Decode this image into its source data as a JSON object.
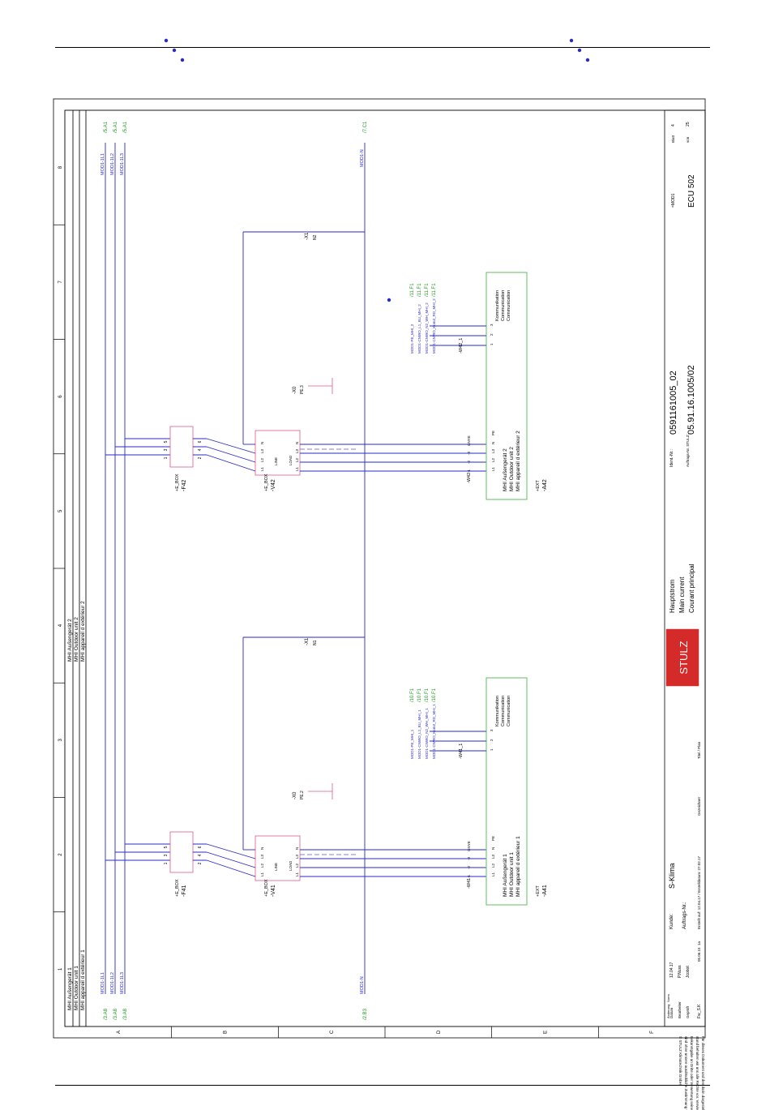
{
  "colors": {
    "wire": "#2a2ac8",
    "dashed": "#5a5ad8",
    "breaker": "#e05a8c",
    "green": "#1a9a1a",
    "frame": "#000000",
    "box": "#4fb84f",
    "logo": "#d42a2a"
  },
  "columns": [
    "1",
    "2",
    "3",
    "4",
    "5",
    "6",
    "7",
    "8"
  ],
  "rows": [
    "A",
    "B",
    "C",
    "D",
    "E",
    "F"
  ],
  "supply": {
    "l1": "MOD1-1L1",
    "l2": "MOD1-1L2",
    "l3": "MOD1-1L3",
    "n": "MOD1-N",
    "in_ref": "/3.A8",
    "out_ref": "/5.A1",
    "n_in_ref": "/2.B3",
    "n_out_ref": "/7.C1"
  },
  "unit1": {
    "group_labels": [
      "MHI Außengerät 1",
      "MHI Outdoor unit 1",
      "MHI appareil d extérieur 1"
    ],
    "breaker_loc": "+E_BOX",
    "breaker_tag": "-F41",
    "breaker_top": [
      "1",
      "3",
      "5"
    ],
    "breaker_bottom": [
      "2",
      "4",
      "6"
    ],
    "filter_loc": "+E_BOX",
    "filter_tag": "-V41",
    "filter_line": "LINE",
    "filter_load": "LOAD",
    "terminals_left": [
      "L1",
      "L2",
      "L3",
      "N"
    ],
    "terminals_right": [
      "L1",
      "L2",
      "L3",
      "N"
    ],
    "pe": "PE",
    "x0": "-X0",
    "x0_pe": "PE.2",
    "x1": "-X1",
    "x1_n": "N1",
    "cable": "-W41",
    "comm_cable": "-W41_1",
    "unit_loc": "+EXT",
    "unit_tag": "-A41",
    "unit_terms": [
      "L1",
      "L2",
      "L3",
      "N",
      "PE"
    ],
    "comm_terms": [
      "1",
      "2",
      "3"
    ],
    "comm_labels": [
      "Kommunikation",
      "Communication",
      "Communication"
    ],
    "comm_nets": [
      "MOD1-PE_MHI_1",
      "MOD1-CNWO_L1_BU_MHI_1",
      "MOD1-CNWO_N2_WH_MHI_1",
      "MOD1-CNWO_Kom3_RD_MHI_1"
    ],
    "comm_ref": "/10.F1",
    "wire_marks": [
      "-1",
      "-2",
      "-3",
      "GNYE"
    ]
  },
  "unit2": {
    "group_labels": [
      "MHI Außengerät 2",
      "MHI Outdoor unit 2",
      "MHI appareil d extérieur 2"
    ],
    "breaker_loc": "+E_BOX",
    "breaker_tag": "-F42",
    "breaker_top": [
      "1",
      "3",
      "5"
    ],
    "breaker_bottom": [
      "2",
      "4",
      "6"
    ],
    "filter_loc": "+E_BOX",
    "filter_tag": "-V42",
    "filter_line": "LINE",
    "filter_load": "LOAD",
    "terminals_left": [
      "L1",
      "L2",
      "L3",
      "N"
    ],
    "terminals_right": [
      "L1",
      "L2",
      "L3",
      "N"
    ],
    "pe": "PE",
    "x0": "-X0",
    "x0_pe": "PE.3",
    "x1": "-X1",
    "x1_n": "N2",
    "cable": "-W42",
    "comm_cable": "-W42_1",
    "unit_loc": "+EXT",
    "unit_tag": "-A42",
    "unit_terms": [
      "L1",
      "L2",
      "L3",
      "N",
      "PE"
    ],
    "comm_terms": [
      "1",
      "2",
      "3"
    ],
    "comm_labels": [
      "Kommunikation",
      "Communication",
      "Communication"
    ],
    "comm_nets": [
      "MOD1-PE_MHI_2",
      "MOD1-CNWO_L1_BU_MHI_2",
      "MOD1-CNWO_N2_WH_MHI_2",
      "MOD1-CNWO_Kom3_RD_MHI_2"
    ],
    "comm_ref": "/11.F1",
    "wire_marks": [
      "-1",
      "-2",
      "-3",
      "GNYE"
    ]
  },
  "title_block": {
    "datum": "Datum",
    "bearbeiter": "Bearbeiter",
    "geprueft": "Geprüft",
    "date": "12.04.17",
    "author": "P.Nuss",
    "checker": "Jcobot",
    "file": "Fw_S.K",
    "aenderung": "Änderung",
    "norm": "Norm",
    "rev_date": "05.06.15",
    "rev_no": "1a",
    "kunde_label": "Kunde:",
    "kunde": "S-Klima",
    "auftrag_label": "Auftrags-Nr.:",
    "erstellt": "Erstellt auf: 12.04.17 / Erstelldatum: 27.02.17",
    "gezeichnet": "Gezeichnet",
    "titel": "Titel / Plan",
    "logo": "STULZ",
    "title_de": "Hauptstrom",
    "title_en": "Main current",
    "title_fr": "Courant principal",
    "ident_label": "Ident.-Nr.:",
    "ident": "0591161005_02",
    "order_label": "Auftrags-Nr. STULZ:",
    "order": "05.91.16.1005/02",
    "module": "=MOD1",
    "project": "ECU 502",
    "sheet_label": "Blatt",
    "sheet": "4",
    "of_label": "von",
    "of": "25"
  },
  "copyright": [
    "Für dieses Dokument und den darin dargestellten Gegen-",
    "stand behalten wir uns alle Rechte vor. Vervielfältigung,",
    "Bekanntgabe an Dritte oder Verwertung seines Inhaltes",
    "sind ohne unsere ausdrückliche Zustimmung verboten.",
    "© STULZ Klimatechnik GmbH"
  ]
}
